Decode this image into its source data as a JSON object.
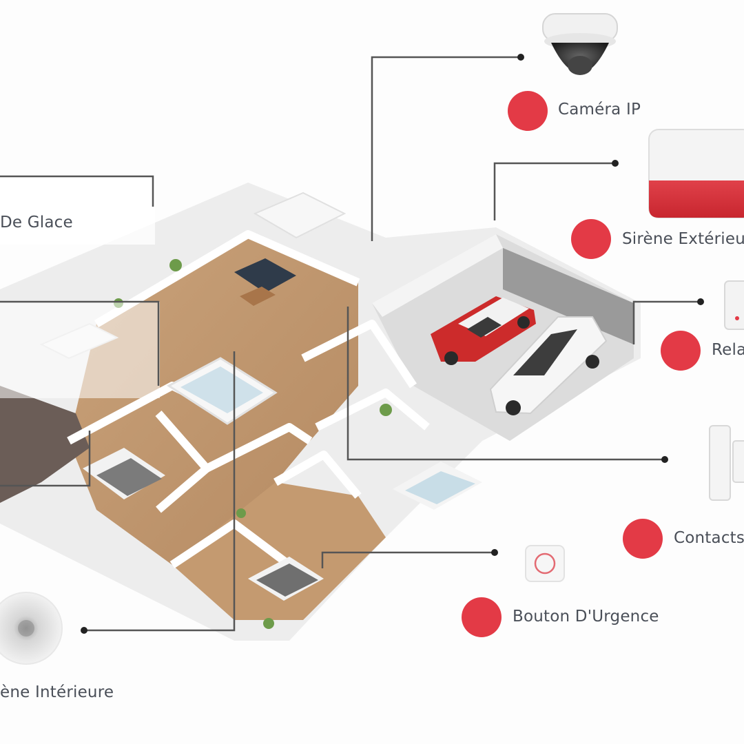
{
  "accent_color": "#e33a46",
  "line_color": "#555555",
  "labels": {
    "glass_break": "De Glace",
    "ip_camera": "Caméra IP",
    "outdoor_siren": "Sirène Extérieu",
    "relay": "Rela",
    "contacts": "Contacts",
    "panic_button": "Bouton D'Urgence",
    "indoor_siren": "ène Intérieure"
  },
  "icons": {
    "ip_camera": "dome-camera-icon",
    "outdoor_siren": "outdoor-siren-icon",
    "relay": "relay-module-icon",
    "contacts": "door-contact-icon",
    "panic_button": "panic-button-icon",
    "indoor_siren": "indoor-siren-icon",
    "floorplan": "house-floorplan-illustration"
  }
}
